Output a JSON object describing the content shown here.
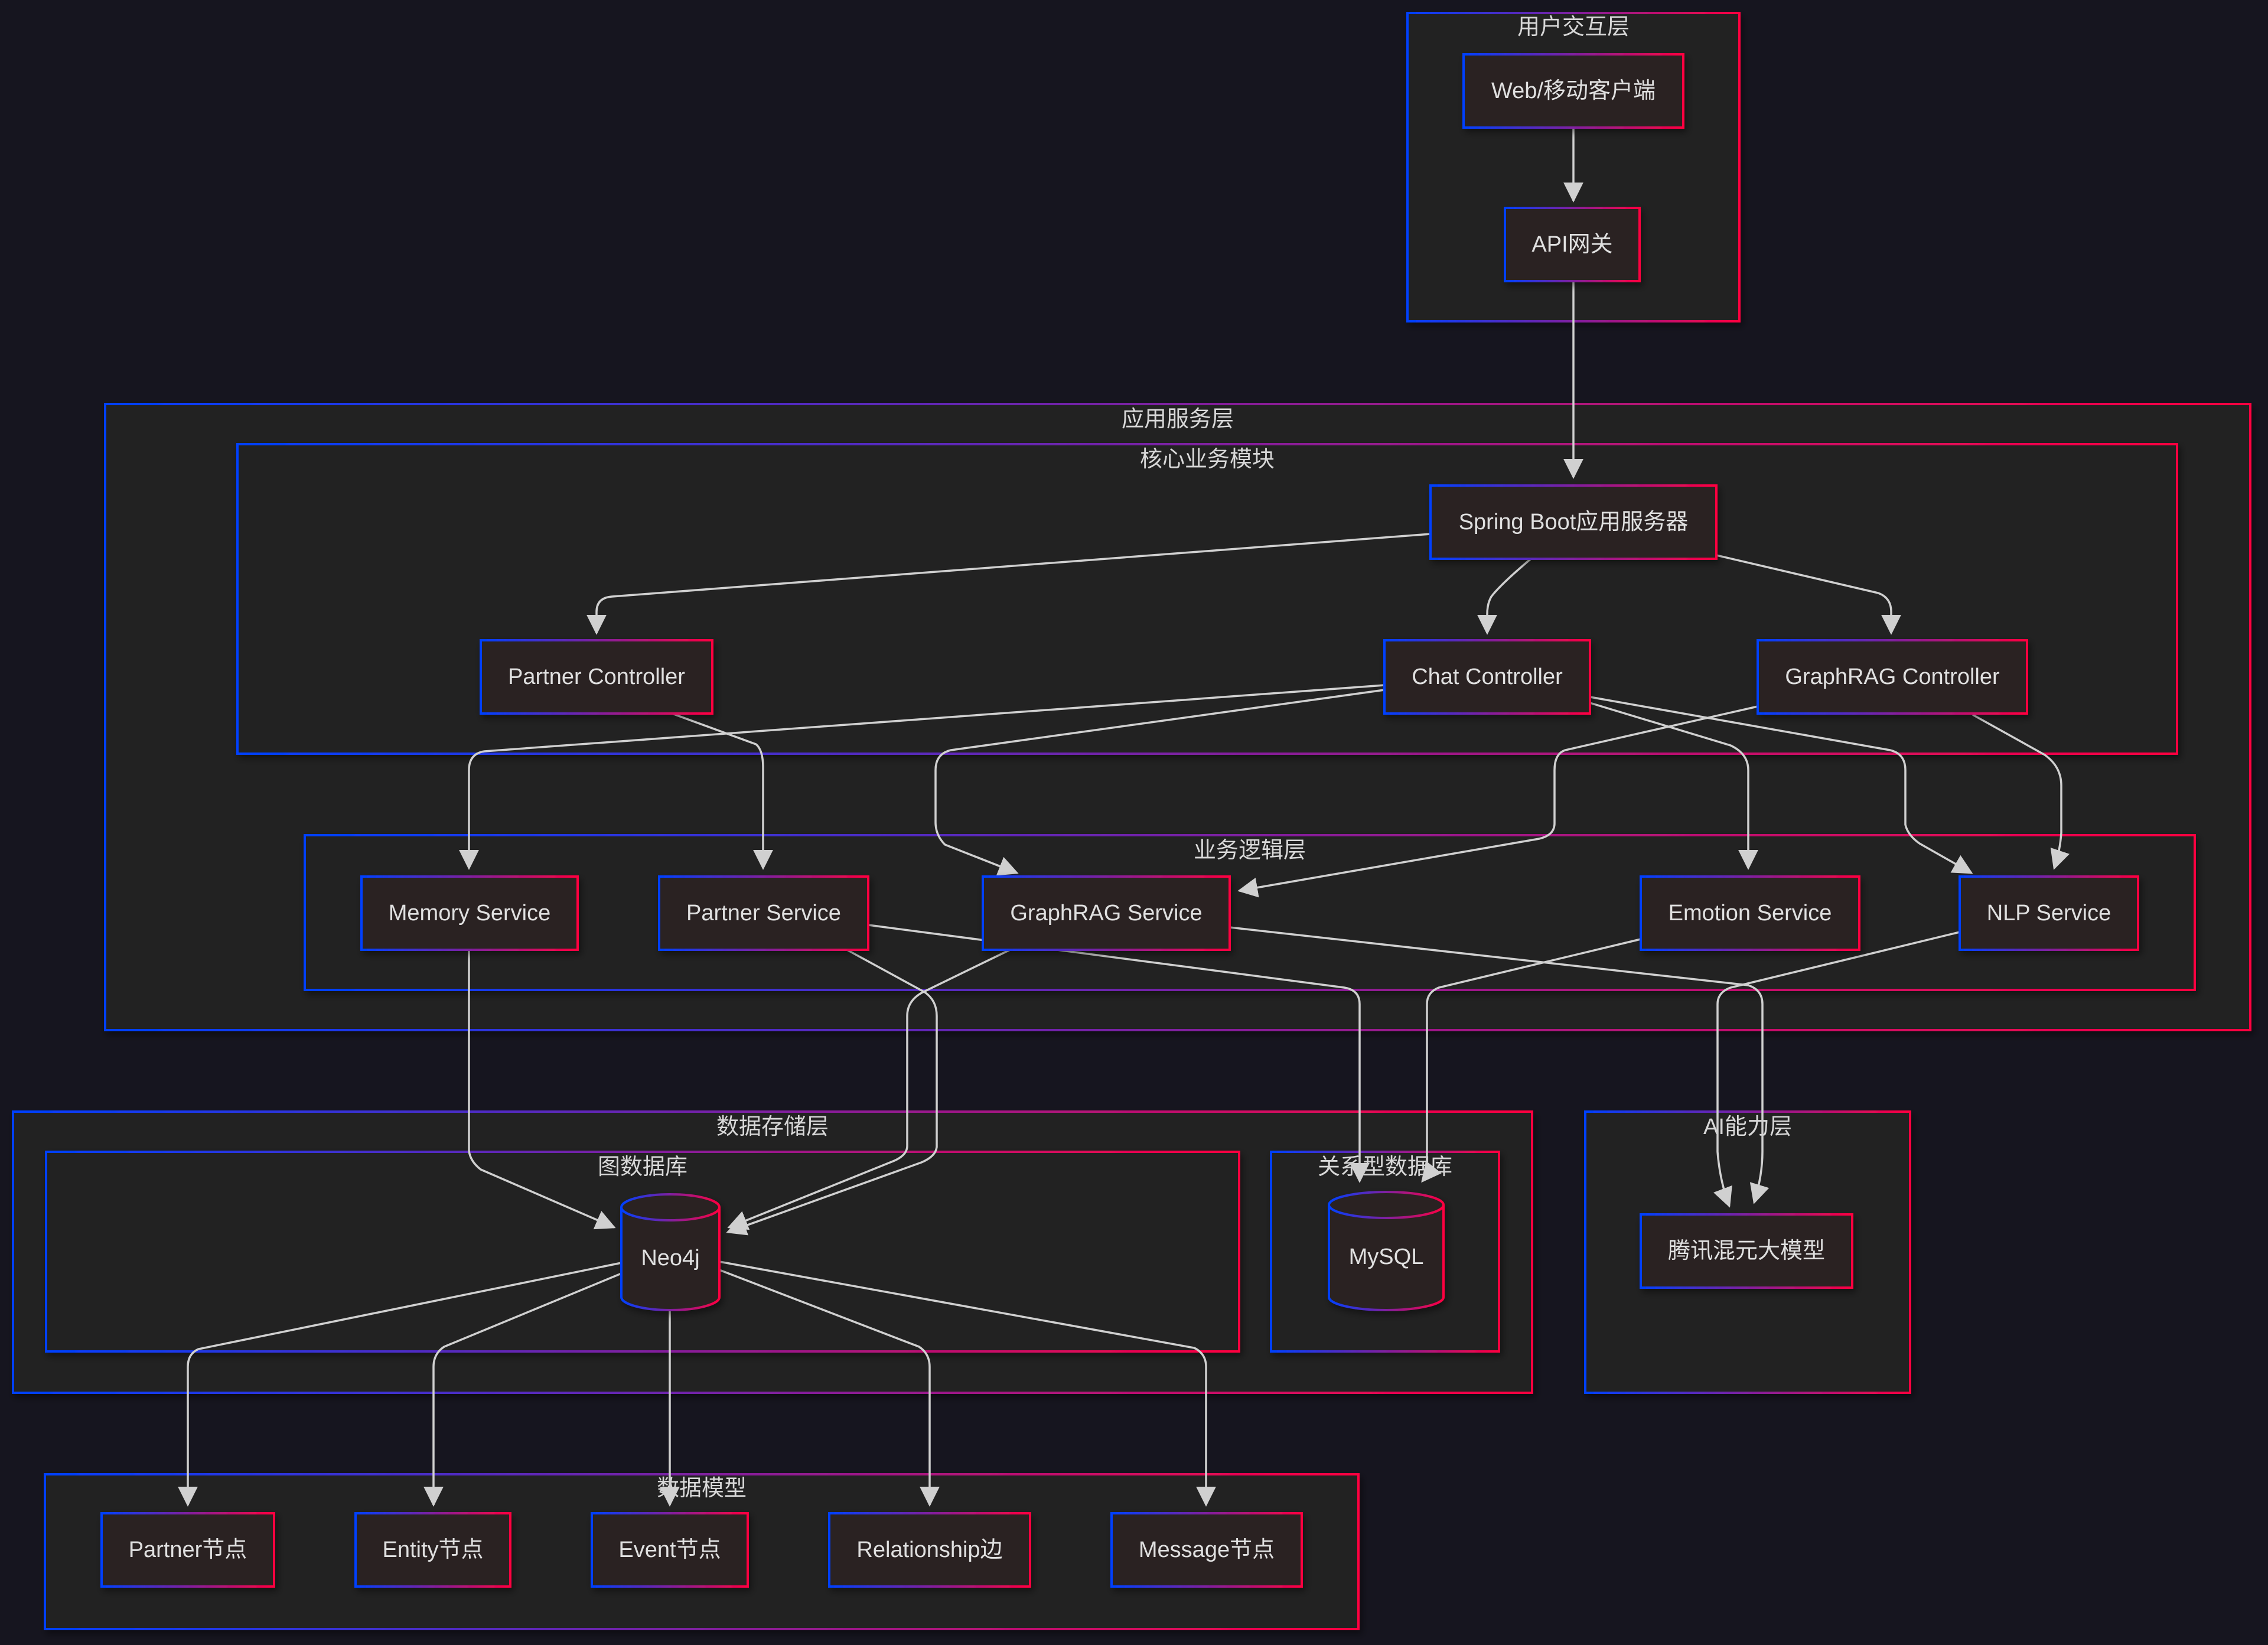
{
  "theme": {
    "background": "#16151f",
    "gradient_start": "#0040ff",
    "gradient_end": "#ff0040",
    "edge_color": "#d0d0d0",
    "text_color": "#e0e0e0"
  },
  "clusters": [
    {
      "id": "user",
      "label": "用户交互层"
    },
    {
      "id": "app",
      "label": "应用服务层"
    },
    {
      "id": "core",
      "label": "核心业务模块"
    },
    {
      "id": "biz",
      "label": "业务逻辑层"
    },
    {
      "id": "storage",
      "label": "数据存储层"
    },
    {
      "id": "graphdb",
      "label": "图数据库"
    },
    {
      "id": "reldb",
      "label": "关系型数据库"
    },
    {
      "id": "ai",
      "label": "AI能力层"
    },
    {
      "id": "model",
      "label": "数据模型"
    }
  ],
  "nodes": [
    {
      "id": "client",
      "label": "Web/移动客户端",
      "shape": "rect"
    },
    {
      "id": "gateway",
      "label": "API网关",
      "shape": "rect"
    },
    {
      "id": "springboot",
      "label": "Spring Boot应用服务器",
      "shape": "rect"
    },
    {
      "id": "partner_ctrl",
      "label": "Partner Controller",
      "shape": "rect"
    },
    {
      "id": "chat_ctrl",
      "label": "Chat Controller",
      "shape": "rect"
    },
    {
      "id": "graphrag_ctrl",
      "label": "GraphRAG Controller",
      "shape": "rect"
    },
    {
      "id": "memory_svc",
      "label": "Memory Service",
      "shape": "rect"
    },
    {
      "id": "partner_svc",
      "label": "Partner Service",
      "shape": "rect"
    },
    {
      "id": "graphrag_svc",
      "label": "GraphRAG Service",
      "shape": "rect"
    },
    {
      "id": "emotion_svc",
      "label": "Emotion Service",
      "shape": "rect"
    },
    {
      "id": "nlp_svc",
      "label": "NLP Service",
      "shape": "rect"
    },
    {
      "id": "neo4j",
      "label": "Neo4j",
      "shape": "cylinder"
    },
    {
      "id": "mysql",
      "label": "MySQL",
      "shape": "cylinder"
    },
    {
      "id": "hunyuan",
      "label": "腾讯混元大模型",
      "shape": "rect"
    },
    {
      "id": "partner_node",
      "label": "Partner节点",
      "shape": "rect"
    },
    {
      "id": "entity_node",
      "label": "Entity节点",
      "shape": "rect"
    },
    {
      "id": "event_node",
      "label": "Event节点",
      "shape": "rect"
    },
    {
      "id": "relationship_edge",
      "label": "Relationship边",
      "shape": "rect"
    },
    {
      "id": "message_node",
      "label": "Message节点",
      "shape": "rect"
    }
  ],
  "edges": [
    {
      "from": "client",
      "to": "gateway"
    },
    {
      "from": "gateway",
      "to": "springboot"
    },
    {
      "from": "springboot",
      "to": "partner_ctrl"
    },
    {
      "from": "springboot",
      "to": "chat_ctrl"
    },
    {
      "from": "springboot",
      "to": "graphrag_ctrl"
    },
    {
      "from": "partner_ctrl",
      "to": "partner_svc"
    },
    {
      "from": "chat_ctrl",
      "to": "memory_svc"
    },
    {
      "from": "chat_ctrl",
      "to": "graphrag_svc"
    },
    {
      "from": "chat_ctrl",
      "to": "emotion_svc"
    },
    {
      "from": "chat_ctrl",
      "to": "nlp_svc"
    },
    {
      "from": "graphrag_ctrl",
      "to": "graphrag_svc"
    },
    {
      "from": "graphrag_ctrl",
      "to": "nlp_svc"
    },
    {
      "from": "memory_svc",
      "to": "neo4j"
    },
    {
      "from": "partner_svc",
      "to": "neo4j"
    },
    {
      "from": "partner_svc",
      "to": "mysql"
    },
    {
      "from": "graphrag_svc",
      "to": "neo4j"
    },
    {
      "from": "graphrag_svc",
      "to": "hunyuan"
    },
    {
      "from": "emotion_svc",
      "to": "mysql"
    },
    {
      "from": "nlp_svc",
      "to": "hunyuan"
    },
    {
      "from": "neo4j",
      "to": "partner_node"
    },
    {
      "from": "neo4j",
      "to": "entity_node"
    },
    {
      "from": "neo4j",
      "to": "event_node"
    },
    {
      "from": "neo4j",
      "to": "relationship_edge"
    },
    {
      "from": "neo4j",
      "to": "message_node"
    }
  ]
}
